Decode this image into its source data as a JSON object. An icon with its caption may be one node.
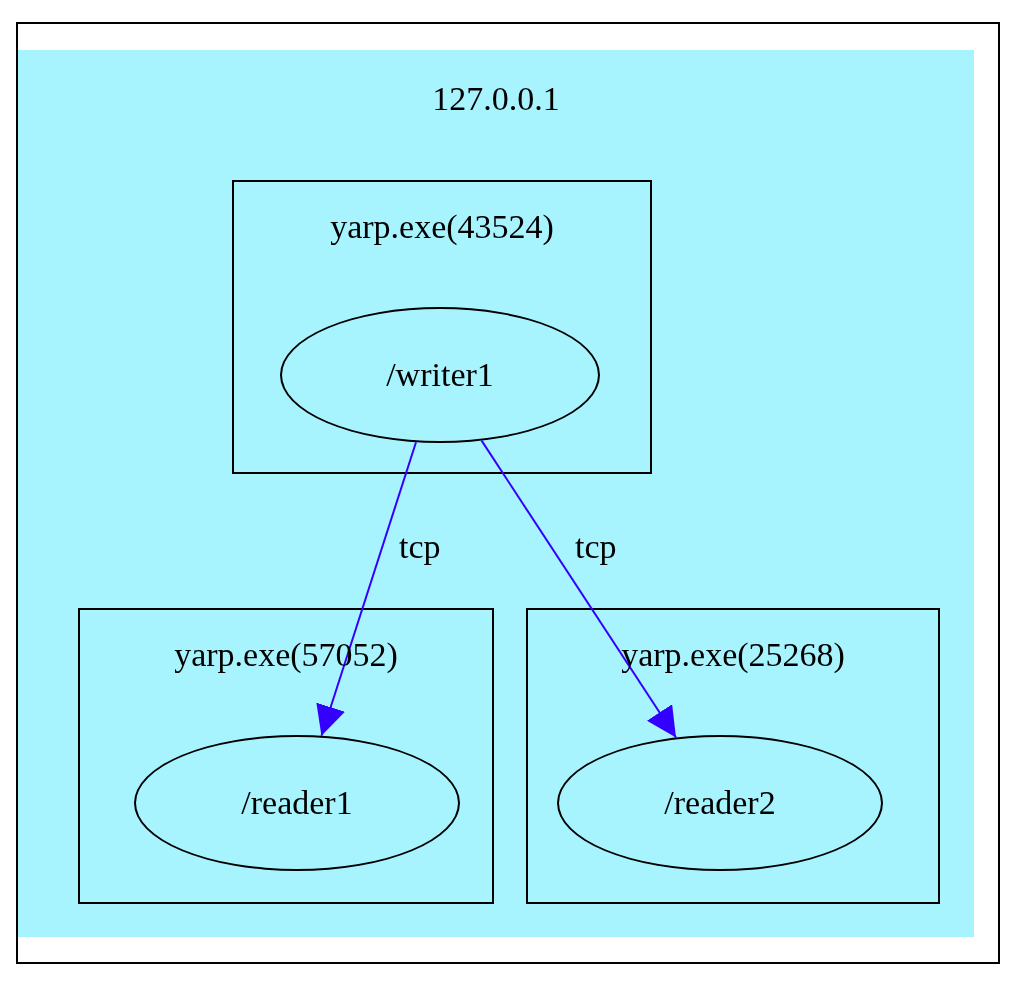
{
  "diagram": {
    "nodes": [
      {
        "text": [
          "127.0.0.1"
        ]
      },
      {
        "text": [
          "yarp.exe(43524)"
        ],
        "in": 0
      },
      {
        "text": [
          "/writer1"
        ],
        "in": 1
      },
      {
        "text": [
          "yarp.exe(57052)"
        ],
        "in": 0
      },
      {
        "text": [
          "/reader1"
        ],
        "in": 3
      },
      {
        "text": [
          "yarp.exe(25268)"
        ],
        "in": 0
      },
      {
        "text": [
          "/reader2"
        ],
        "in": 5
      }
    ],
    "edges": [
      {
        "from": 2,
        "to": 4,
        "arrow": "to",
        "label": "tcp"
      },
      {
        "from": 2,
        "to": 6,
        "arrow": "to",
        "label": "tcp"
      }
    ]
  }
}
